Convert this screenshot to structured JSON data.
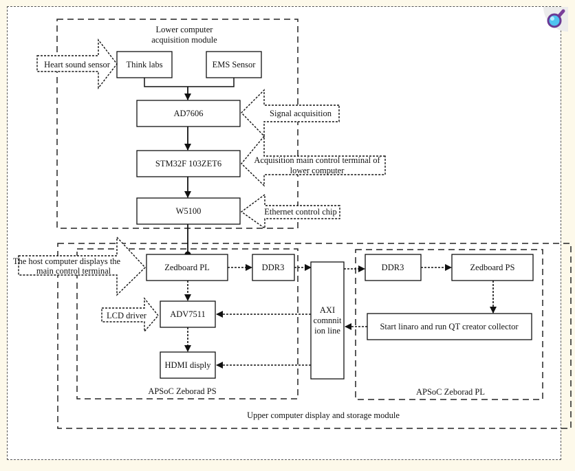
{
  "diagram": {
    "lower_module": {
      "title_line1": "Lower computer",
      "title_line2": "acquisition module",
      "nodes": {
        "think_labs": "Think labs",
        "ems_sensor": "EMS Sensor",
        "ad7606": "AD7606",
        "stm32": "STM32F 103ZET6",
        "w5100": "W5100"
      },
      "callouts": {
        "heart_sound": "Heart sound sensor",
        "signal_acq": "Signal acquisition",
        "acq_main_line1": "Acquisition main control terminal of",
        "acq_main_line2": "lower computer",
        "ethernet": "Ethernet control chip"
      }
    },
    "upper_module": {
      "title": "Upper computer display and storage module",
      "ps_group": {
        "title": "APSoC Zeborad PS",
        "nodes": {
          "zedboard_pl": "Zedboard PL",
          "ddr3": "DDR3",
          "adv7511": "ADV7511",
          "hdmi": "HDMI disply"
        },
        "callouts": {
          "host_line1": "The host computer displays the",
          "host_line2": "main control terminal",
          "lcd": "LCD driver"
        }
      },
      "axi": {
        "line1": "AXI",
        "line2": "comnnit",
        "line3": "ion line"
      },
      "pl_group": {
        "title": "APSoC Zeborad PL",
        "nodes": {
          "ddr3": "DDR3",
          "zedboard_ps": "Zedboard PS",
          "linaro": "Start linaro and run QT creator collector"
        }
      }
    }
  }
}
